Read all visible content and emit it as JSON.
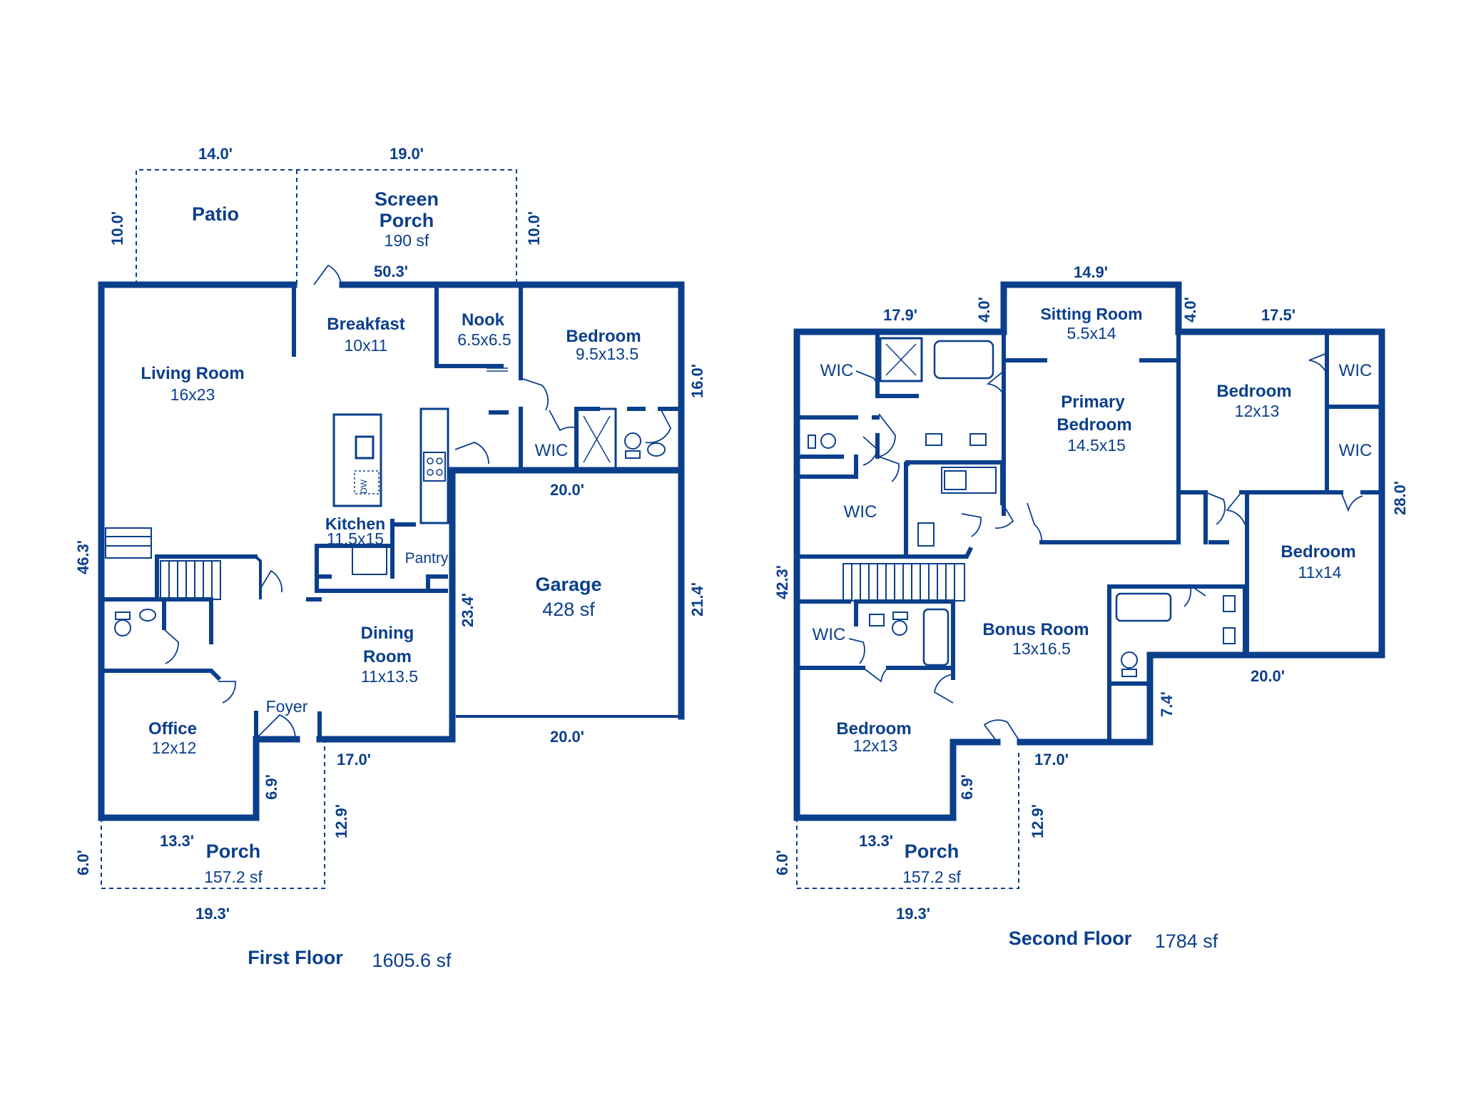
{
  "colors": {
    "primary": "#0b3f8c",
    "background": "#ffffff"
  },
  "first_floor": {
    "title": "First Floor",
    "area": "1605.6 sf",
    "rooms": {
      "living": {
        "name": "Living Room",
        "size": "16x23"
      },
      "breakfast": {
        "name": "Breakfast",
        "size": "10x11"
      },
      "nook": {
        "name": "Nook",
        "size": "6.5x6.5"
      },
      "bedroom": {
        "name": "Bedroom",
        "size": "9.5x13.5"
      },
      "wic": {
        "name": "WIC"
      },
      "kitchen": {
        "name": "Kitchen",
        "size": "11.5x15"
      },
      "pantry": {
        "name": "Pantry"
      },
      "dining_line1": "Dining",
      "dining_line2": "Room",
      "dining_size": "11x13.5",
      "garage": {
        "name": "Garage",
        "size": "428 sf"
      },
      "office": {
        "name": "Office",
        "size": "12x12"
      },
      "foyer": {
        "name": "Foyer"
      },
      "patio": {
        "name": "Patio"
      },
      "screen_line1": "Screen",
      "screen_line2": "Porch",
      "screen_area": "190 sf",
      "porch": {
        "name": "Porch",
        "size": "157.2 sf"
      }
    },
    "appliance_dw": "DW",
    "dims": {
      "patio_w": "14.0'",
      "screen_w": "19.0'",
      "patio_h": "10.0'",
      "screen_h": "10.0'",
      "width": "50.3'",
      "right_h": "16.0'",
      "bed_bottom": "20.0'",
      "depth": "46.3'",
      "garage_inner": "23.4'",
      "garage_right": "21.4'",
      "garage_bottom": "20.0'",
      "front": "17.0'",
      "office_bump": "6.9'",
      "porch_bump": "12.9'",
      "office_w": "13.3'",
      "porch_depth": "6.0'",
      "porch_w": "19.3'"
    }
  },
  "second_floor": {
    "title": "Second Floor",
    "area": "1784 sf",
    "rooms": {
      "sitting": {
        "name": "Sitting Room",
        "size": "5.5x14"
      },
      "primary_line1": "Primary",
      "primary_line2": "Bedroom",
      "primary_size": "14.5x15",
      "bed_ne": {
        "name": "Bedroom",
        "size": "12x13"
      },
      "bed_e": {
        "name": "Bedroom",
        "size": "11x14"
      },
      "bed_sw": {
        "name": "Bedroom",
        "size": "12x13"
      },
      "bonus": {
        "name": "Bonus Room",
        "size": "13x16.5"
      },
      "wic_a": "WIC",
      "wic_b": "WIC",
      "wic_c": "WIC",
      "wic_d": "WIC",
      "wic_e": "WIC",
      "porch": {
        "name": "Porch",
        "size": "157.2 sf"
      }
    },
    "dims": {
      "left_top": "17.9'",
      "step_l": "4.0'",
      "sitting_w": "14.9'",
      "step_r": "4.0'",
      "right_top": "17.5'",
      "right_h": "28.0'",
      "depth": "42.3'",
      "right_bottom": "20.0'",
      "step_h": "7.4'",
      "front": "17.0'",
      "bump": "6.9'",
      "porch_bump": "12.9'",
      "bed_w": "13.3'",
      "porch_depth": "6.0'",
      "porch_w": "19.3'"
    }
  }
}
